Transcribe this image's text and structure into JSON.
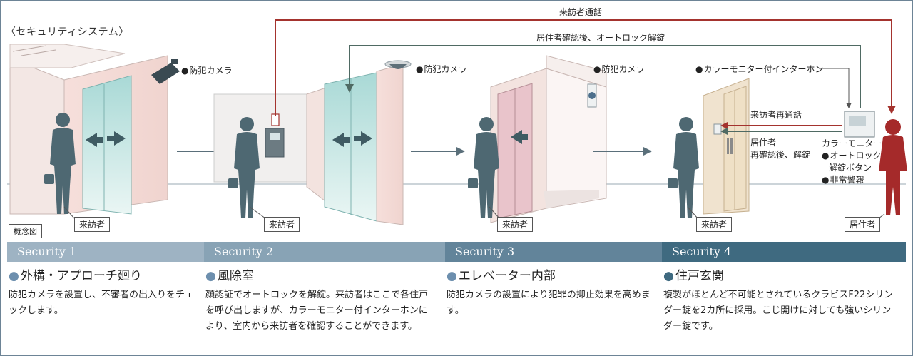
{
  "diagram": {
    "title": "〈セキュリティシステム〉",
    "concept_tag": "概念図",
    "camera_label": "防犯カメラ",
    "visitor_label": "来訪者",
    "resident_label": "居住者",
    "flow_top": "来訪者通話",
    "flow_second": "居住者確認後、オートロック解錠",
    "intercom_label": "カラーモニター付インターホン",
    "recall_label": "来訪者再通話",
    "reconfirm_line1": "居住者",
    "reconfirm_line2": "再確認後、解錠",
    "monitor_label": "カラーモニター",
    "monitor_feature1_line1": "オートロック",
    "monitor_feature1_line2": "解錠ボタン",
    "monitor_feature2": "非常警報"
  },
  "sections": [
    {
      "bar": "Security 1",
      "bar_color": "#9eb3c3",
      "heading": "外構・アプローチ廻り",
      "body": "防犯カメラを設置し、不審者の出入りをチェックします。"
    },
    {
      "bar": "Security 2",
      "bar_color": "#88a3b5",
      "heading": "風除室",
      "body": "顔認証でオートロックを解錠。来訪者はここで各住戸を呼び出しますが、カラーモニター付インターホンにより、室内から来訪者を確認することができます。"
    },
    {
      "bar": "Security 3",
      "bar_color": "#62849a",
      "heading": "エレベーター内部",
      "body": "防犯カメラの設置により犯罪の抑止効果を高めます。"
    },
    {
      "bar": "Security 4",
      "bar_color": "#3f6a80",
      "heading": "住戸玄関",
      "body": "複製がほとんど不可能とされているクラビスF22シリンダー錠を2カ所に採用。こじ開けに対しても強いシリンダー錠です。"
    }
  ],
  "colors": {
    "red_flow": "#a4332e",
    "green_flow": "#4f6a63",
    "person": "#4e6872",
    "resident": "#a52a2a"
  }
}
